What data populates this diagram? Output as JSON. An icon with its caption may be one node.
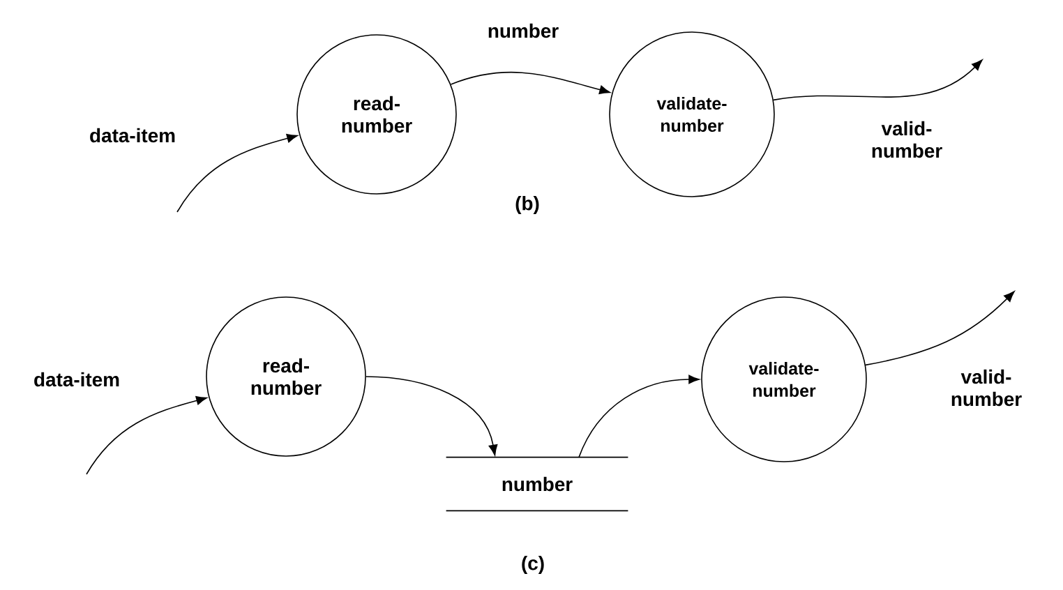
{
  "diagram": {
    "nodes": [
      {
        "text": [
          "read- number"
        ]
      },
      {
        "text": [
          "validate- number"
        ]
      },
      {
        "text": [
          "read- number"
        ]
      },
      {
        "text": [
          "number"
        ]
      },
      {
        "text": [
          "validate- number"
        ]
      }
    ],
    "edges": [
      {
        "from": null,
        "to": 0,
        "arrow": "to",
        "label": "data-item"
      },
      {
        "from": 0,
        "to": 1,
        "arrow": "to",
        "label": "number"
      },
      {
        "from": 1,
        "to": null,
        "arrow": "to",
        "label": "valid- number"
      },
      {
        "from": null,
        "to": 2,
        "arrow": "to",
        "label": "data-item"
      },
      {
        "from": 2,
        "to": 3,
        "arrow": "to"
      },
      {
        "from": 3,
        "to": 4,
        "arrow": "to"
      },
      {
        "from": 4,
        "to": null,
        "arrow": "to",
        "label": "valid- number"
      }
    ],
    "labels": [
      "(b)",
      "(c)"
    ]
  }
}
